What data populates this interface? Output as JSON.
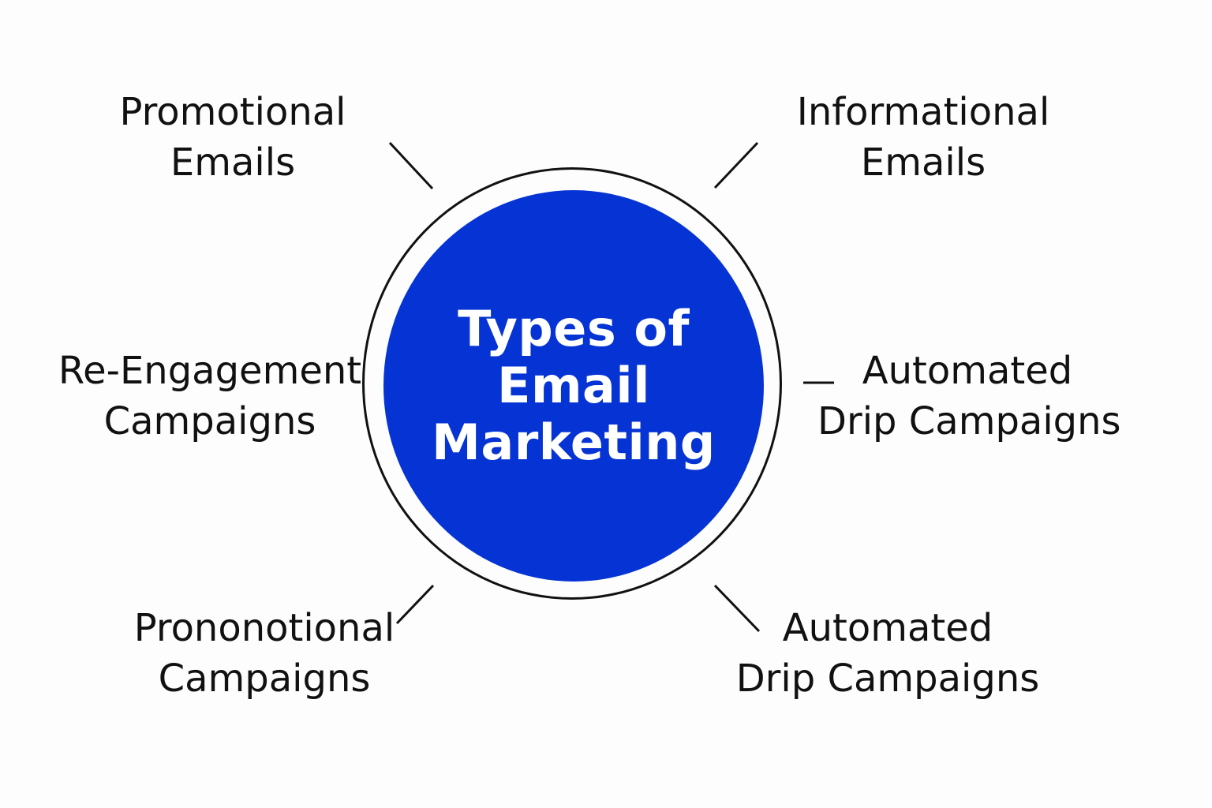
{
  "diagram": {
    "center": {
      "lines": [
        "Types of",
        "Email",
        "Marketing"
      ],
      "fill_color": "#0634d4",
      "text_color": "#ffffff",
      "ring_color": "#111111"
    },
    "items": [
      {
        "id": "top-left",
        "lines": [
          "Promotional",
          "Emails"
        ]
      },
      {
        "id": "top-right",
        "lines": [
          "Informational",
          "Emails"
        ]
      },
      {
        "id": "middle-left",
        "lines": [
          "Re-Engagement",
          "Campaigns"
        ]
      },
      {
        "id": "middle-right",
        "lines": [
          "Automated",
          "Drip Campaigns"
        ]
      },
      {
        "id": "bottom-left",
        "lines": [
          "Prononotional",
          "Campaigns"
        ]
      },
      {
        "id": "bottom-right",
        "lines": [
          "Automated",
          "Drip Campaigns"
        ]
      }
    ]
  }
}
